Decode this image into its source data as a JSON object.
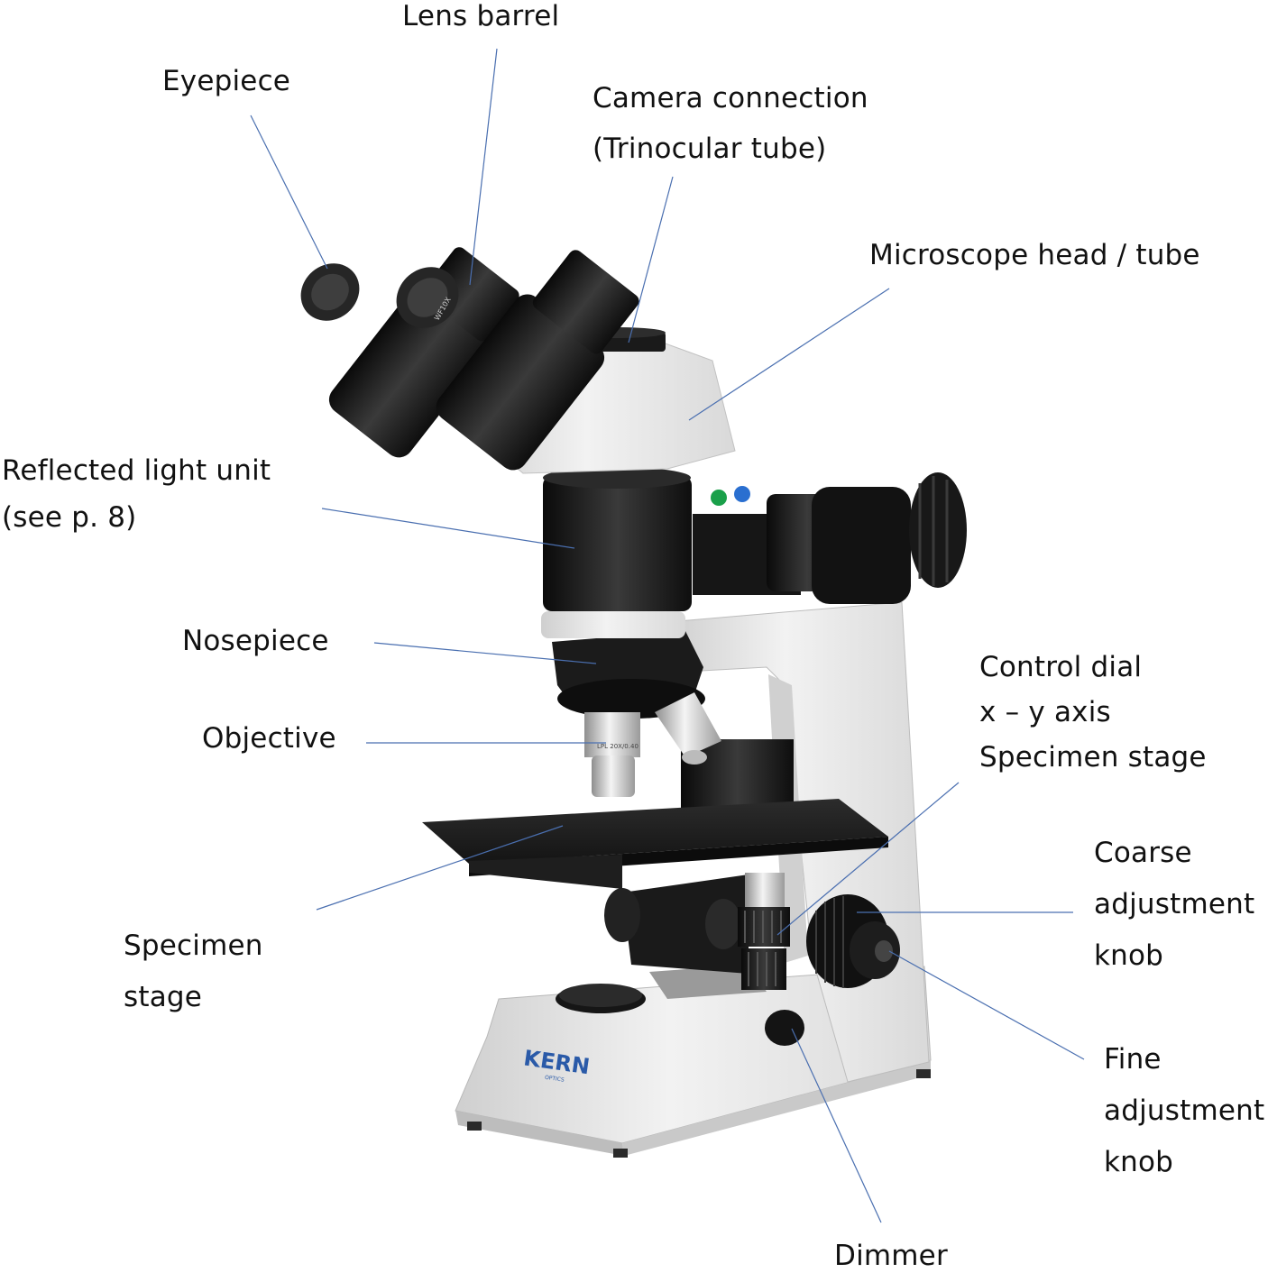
{
  "brand": {
    "logo_text": "KERN",
    "logo_subtext": "OPTICS"
  },
  "eyepiece_engraving": "WF10X",
  "objective_engraving": "LPL 20X/0.40",
  "colors": {
    "leader_line": "#4a6fb0",
    "logo_blue": "#2a5aa8",
    "body_white": "#e8e8e8",
    "body_black": "#151515"
  },
  "labels": [
    {
      "id": "eyepiece",
      "lines": [
        "Eyepiece"
      ]
    },
    {
      "id": "lens-barrel",
      "lines": [
        "Lens barrel"
      ]
    },
    {
      "id": "camera-connection",
      "lines": [
        "Camera connection",
        "(Trinocular tube)"
      ]
    },
    {
      "id": "microscope-head",
      "lines": [
        "Microscope head / tube"
      ]
    },
    {
      "id": "reflected-light-unit",
      "lines": [
        "Reflected light unit",
        "(see p. 8)"
      ]
    },
    {
      "id": "nosepiece",
      "lines": [
        "Nosepiece"
      ]
    },
    {
      "id": "objective",
      "lines": [
        "Objective"
      ]
    },
    {
      "id": "control-dial",
      "lines": [
        "Control dial",
        "x – y axis",
        "Specimen stage"
      ]
    },
    {
      "id": "specimen-stage",
      "lines": [
        "Specimen",
        "stage"
      ]
    },
    {
      "id": "coarse-adjustment-knob",
      "lines": [
        "Coarse",
        "adjustment",
        "knob"
      ]
    },
    {
      "id": "fine-adjustment-knob",
      "lines": [
        "Fine",
        "adjustment",
        "knob"
      ]
    },
    {
      "id": "dimmer",
      "lines": [
        "Dimmer"
      ]
    }
  ]
}
